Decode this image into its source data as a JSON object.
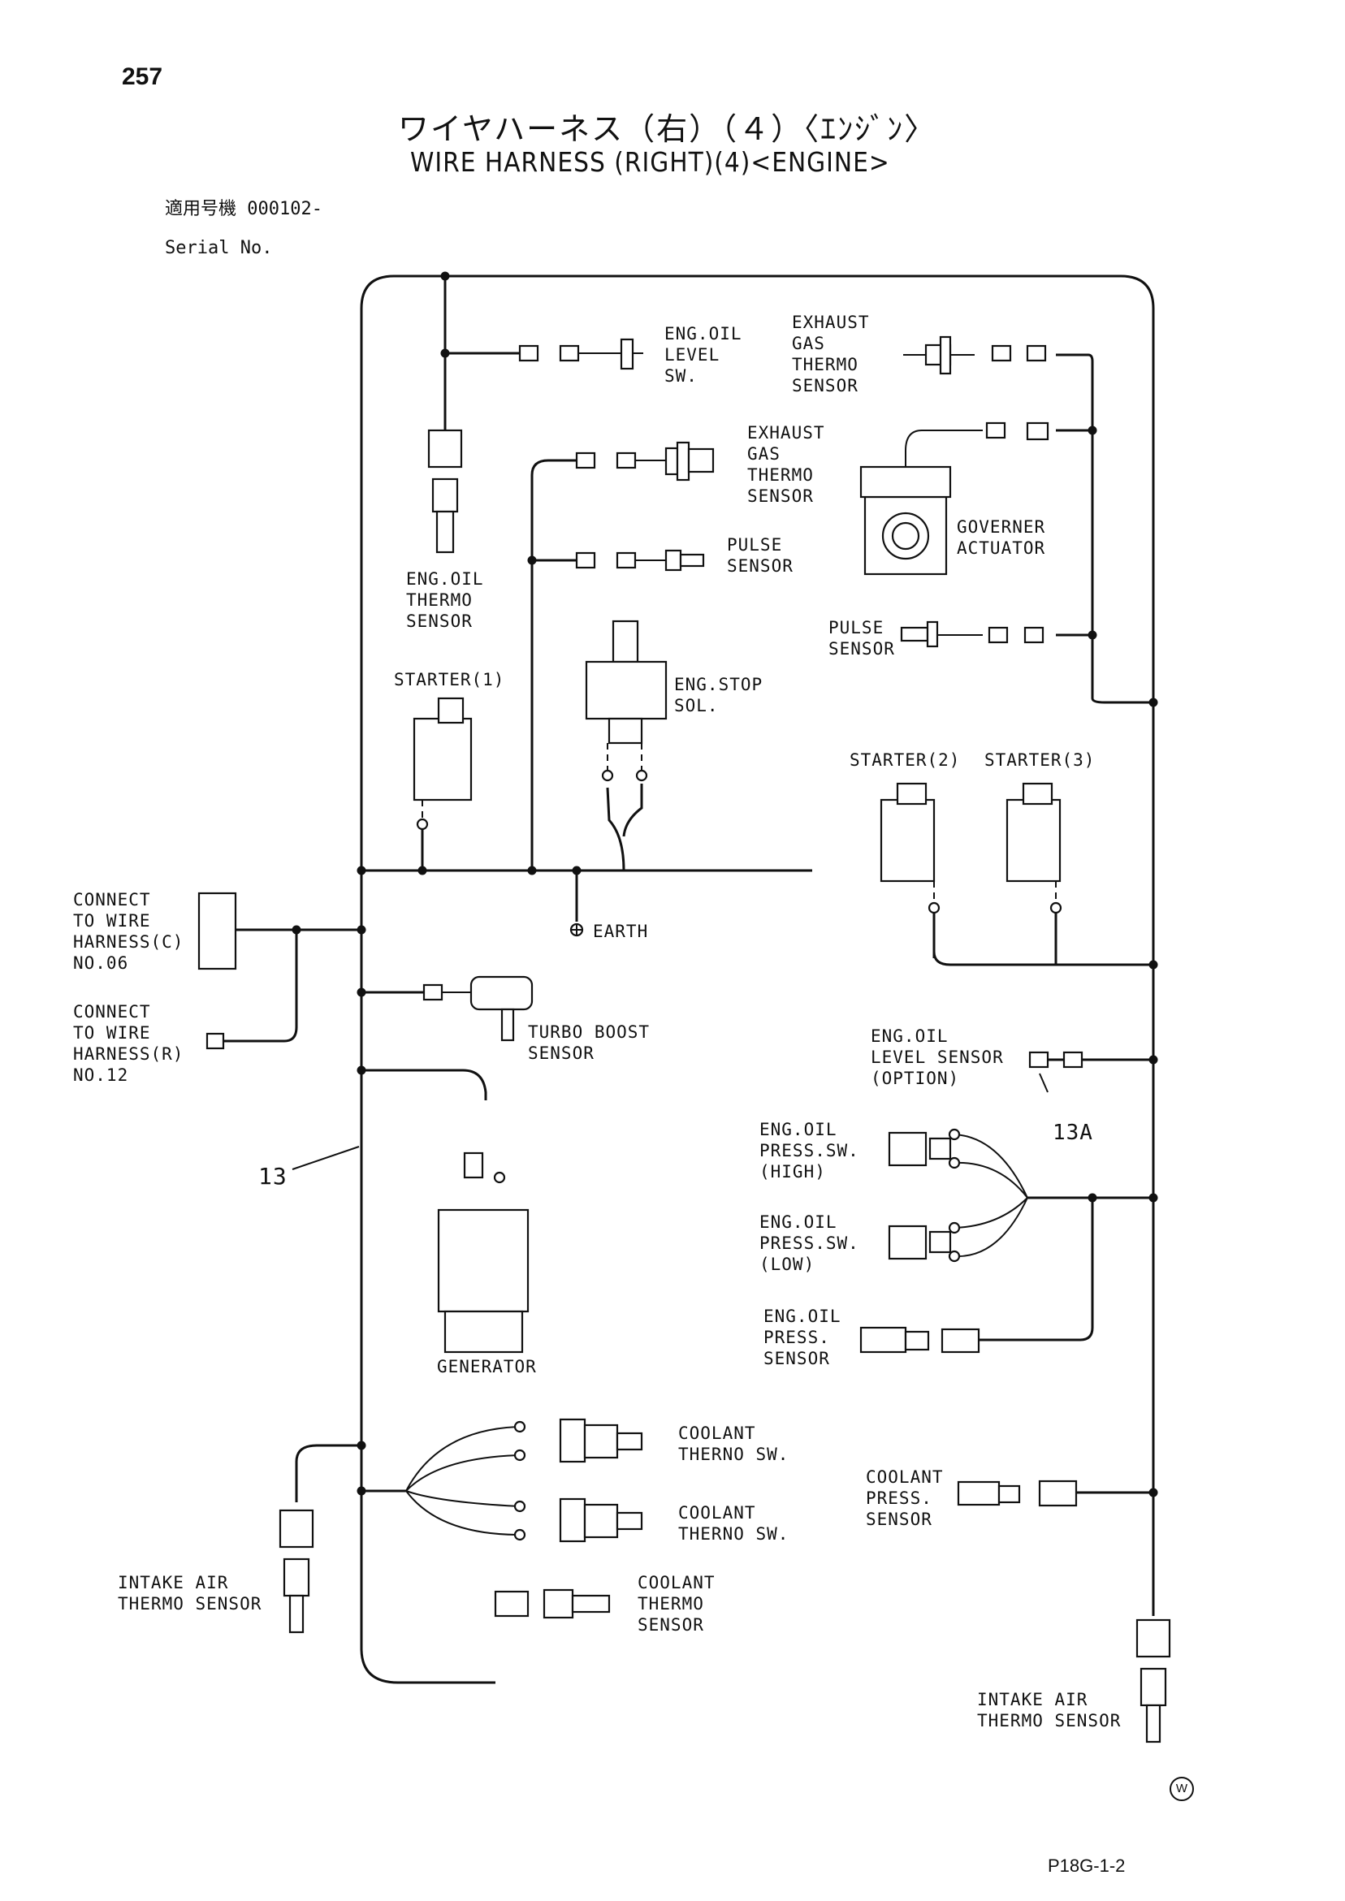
{
  "page_number": "257",
  "title_jp": "ワイヤハーネス（右）（４）〈ｴﾝｼﾞﾝ〉",
  "title_en": "WIRE HARNESS (RIGHT)(4)<ENGINE>",
  "serial": {
    "label_jp": "適用号機",
    "value": "000102-",
    "label_en": "Serial No."
  },
  "labels": {
    "eng_oil_level_sw": "ENG.OIL\nLEVEL\nSW.",
    "exhaust_gas_thermo_sensor_right": "EXHAUST\nGAS\nTHERMO\nSENSOR",
    "exhaust_gas_thermo_sensor_center": "EXHAUST\nGAS\nTHERMO\nSENSOR",
    "governer_actuator": "GOVERNER\nACTUATOR",
    "pulse_sensor_center": "PULSE\nSENSOR",
    "pulse_sensor_right": "PULSE\nSENSOR",
    "eng_oil_thermo_sensor": "ENG.OIL\nTHERMO\nSENSOR",
    "starter_1": "STARTER(1)",
    "eng_stop_sol": "ENG.STOP\nSOL.",
    "starter_2": "STARTER(2)",
    "starter_3": "STARTER(3)",
    "connect_c": "CONNECT\nTO WIRE\nHARNESS(C)\nNO.06",
    "connect_r": "CONNECT\nTO WIRE\nHARNESS(R)\nNO.12",
    "earth": "EARTH",
    "turbo_boost_sensor": "TURBO BOOST\nSENSOR",
    "eng_oil_level_sensor": "ENG.OIL\nLEVEL SENSOR\n(OPTION)",
    "ref_13a": "13A",
    "ref_13": "13",
    "eng_oil_press_sw_high": "ENG.OIL\nPRESS.SW.\n(HIGH)",
    "eng_oil_press_sw_low": "ENG.OIL\nPRESS.SW.\n(LOW)",
    "eng_oil_press_sensor": "ENG.OIL\nPRESS.\nSENSOR",
    "generator": "GENERATOR",
    "coolant_thermo_sw_1": "COOLANT\nTHERNO SW.",
    "coolant_thermo_sw_2": "COOLANT\nTHERNO SW.",
    "coolant_press_sensor": "COOLANT\nPRESS.\nSENSOR",
    "coolant_thermo_sensor": "COOLANT\nTHERMO\nSENSOR",
    "intake_air_thermo_sensor_left": "INTAKE AIR\nTHERMO SENSOR",
    "intake_air_thermo_sensor_right": "INTAKE AIR\nTHERMO SENSOR"
  },
  "watermark": "W",
  "page_code": "P18G-1-2"
}
